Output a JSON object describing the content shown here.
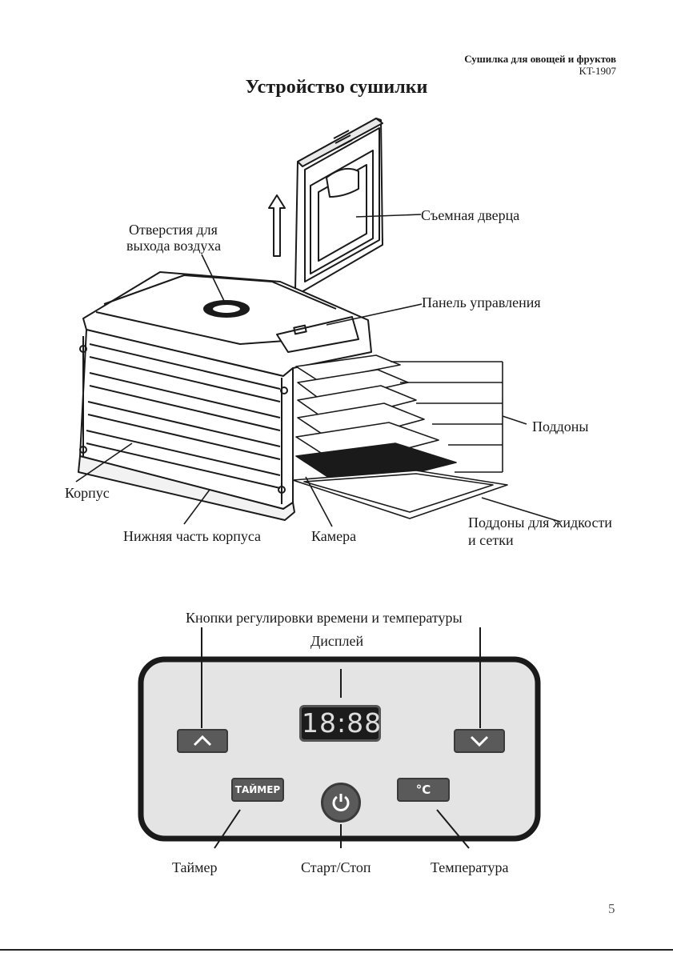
{
  "header": {
    "product": "Сушилка для овощей и фруктов",
    "model": "KT-1907"
  },
  "title": "Устройство сушилки",
  "device_labels": {
    "door": "Съемная дверца",
    "vents_line1": "Отверстия для",
    "vents_line2": "выхода воздуха",
    "control_panel": "Панель управления",
    "trays": "Поддоны",
    "body": "Корпус",
    "bottom": "Нижняя часть корпуса",
    "chamber": "Камера",
    "liquid_trays_line1": "Поддоны для жидкости",
    "liquid_trays_line2": "и сетки"
  },
  "panel_labels": {
    "adjust_buttons": "Кнопки регулировки времени и температуры",
    "display": "Дисплей",
    "timer": "Таймер",
    "start_stop": "Старт/Стоп",
    "temperature": "Температура"
  },
  "panel": {
    "display_value": "18:88",
    "timer_button": "ТАЙМЕР",
    "temp_button": "°C",
    "up_icon": "chevron-up-icon",
    "down_icon": "chevron-down-icon",
    "power_icon": "power-icon"
  },
  "page_number": "5"
}
